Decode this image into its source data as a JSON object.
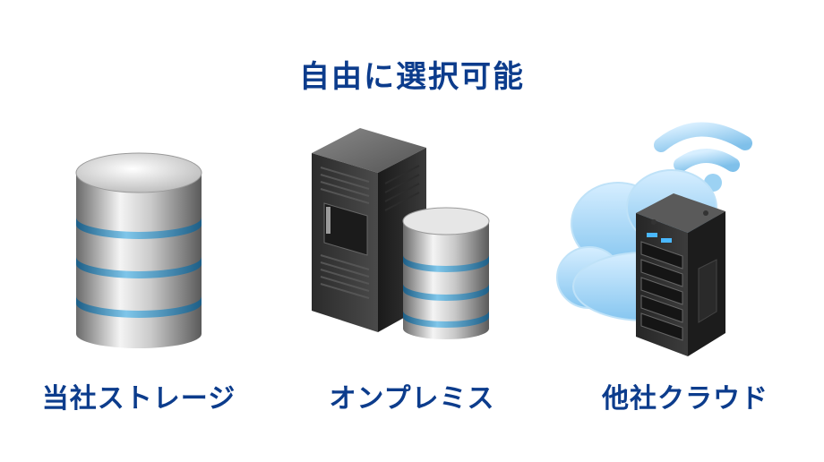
{
  "title": "自由に選択可能",
  "options": [
    {
      "label": "当社ストレージ",
      "icon": "database-storage-icon"
    },
    {
      "label": "オンプレミス",
      "icon": "server-rack-with-database-icon"
    },
    {
      "label": "他社クラウド",
      "icon": "cloud-server-icon"
    }
  ],
  "colors": {
    "title": "#0c3c8c",
    "accent_ring": "#4aa3d6",
    "cloud": "#8ccaf2"
  }
}
